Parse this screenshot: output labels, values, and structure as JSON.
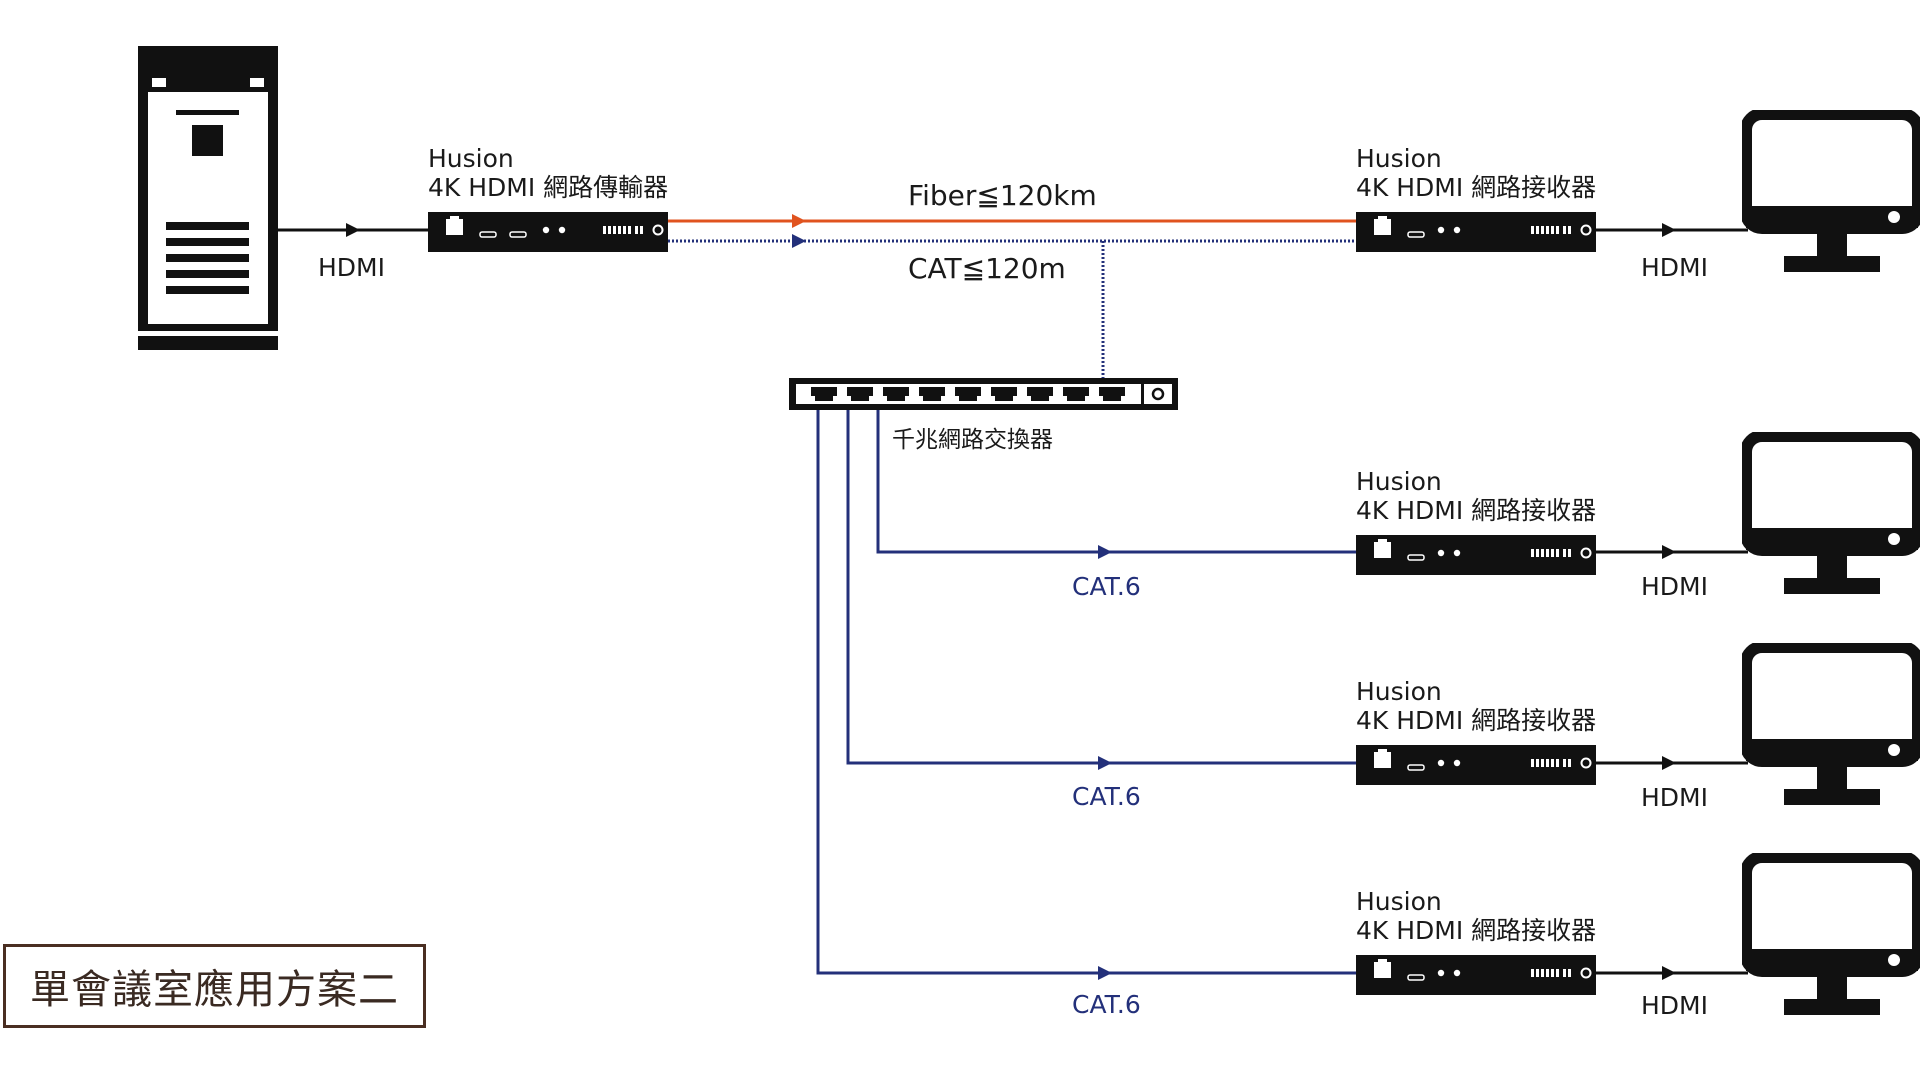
{
  "title": "單會議室應用方案二",
  "source_cable_label": "HDMI",
  "transmitter": {
    "brand": "Husion",
    "model": "4K HDMI 網路傳輸器"
  },
  "fiber_label": "Fiber≦120km",
  "cat_label": "CAT≦120m",
  "switch_label": "千兆網路交換器",
  "receivers": [
    {
      "brand": "Husion",
      "model": "4K HDMI 網路接收器",
      "output_label": "HDMI"
    },
    {
      "brand": "Husion",
      "model": "4K HDMI 網路接收器",
      "output_label": "HDMI",
      "link_label": "CAT.6"
    },
    {
      "brand": "Husion",
      "model": "4K HDMI 網路接收器",
      "output_label": "HDMI",
      "link_label": "CAT.6"
    },
    {
      "brand": "Husion",
      "model": "4K HDMI 網路接收器",
      "output_label": "HDMI",
      "link_label": "CAT.6"
    }
  ],
  "colors": {
    "fiber": "#e0531f",
    "cat": "#23307a",
    "device": "#111111",
    "title_border": "#4a2e22"
  }
}
